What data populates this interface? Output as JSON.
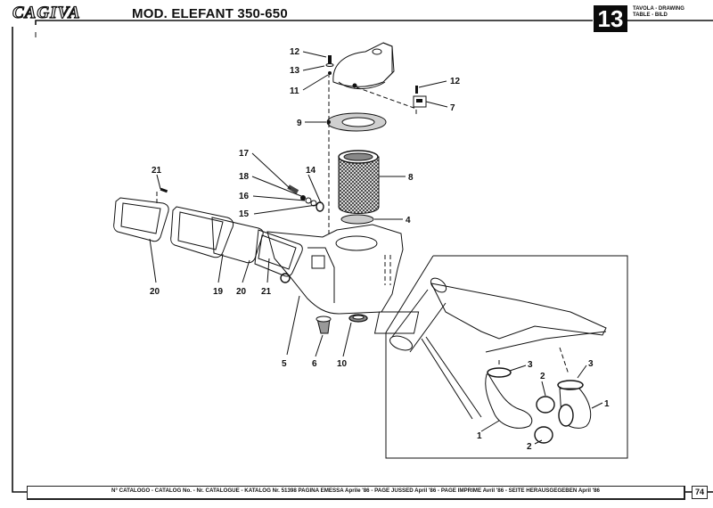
{
  "header": {
    "brand": "CAGIVA",
    "model": "MOD. ELEFANT 350-650",
    "table_number": "13",
    "table_label_line1": "TAVOLA - DRAWING",
    "table_label_line2": "TABLE - BILD"
  },
  "drawing": {
    "title": "Air filter box assembly - exploded view",
    "callouts": {
      "c12a": "12",
      "c13": "13",
      "c11": "11",
      "c12b": "12",
      "c7": "7",
      "c9": "9",
      "c8": "8",
      "c4": "4",
      "c17": "17",
      "c18": "18",
      "c16": "16",
      "c15": "15",
      "c14": "14",
      "c21a": "21",
      "c20a": "20",
      "c19": "19",
      "c20b": "20",
      "c21b": "21",
      "c5": "5",
      "c6": "6",
      "c10": "10"
    },
    "inset_callouts": {
      "i3a": "3",
      "i3b": "3",
      "i2a": "2",
      "i2b": "2",
      "i1a": "1",
      "i1b": "1"
    }
  },
  "footer": {
    "catalog_text": "N° CATALOGO - CATALOG No. - Nr. CATALOGUE - KATALOG Nr. 51398 PAGINA EMESSA Aprile '86 - PAGE JUSSED April '86 - PAGE IMPRIME Avril '86 - SEITE HERAUSGEGEBEN April '86",
    "page_number": "74"
  }
}
